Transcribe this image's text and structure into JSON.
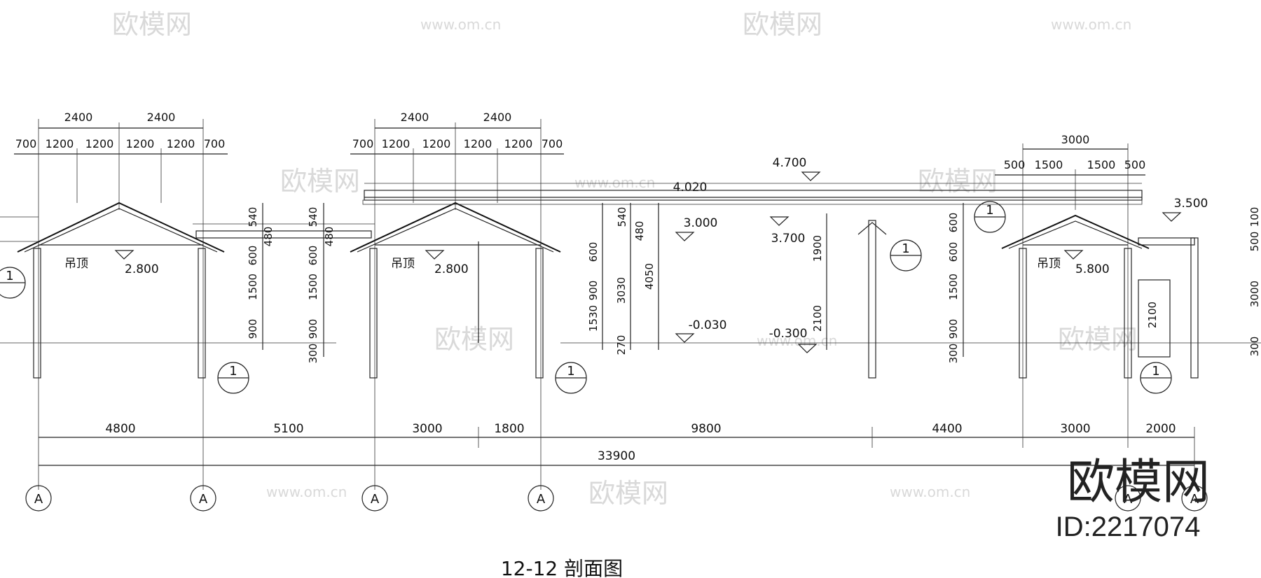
{
  "drawing": {
    "title": "12-12 剖面图",
    "top_dims": [
      "2400",
      "2400",
      "2400",
      "2400",
      "3000"
    ],
    "sub_dims_a": [
      "700",
      "1200",
      "1200",
      "1200",
      "1200",
      "700"
    ],
    "sub_dims_b": [
      "700",
      "1200",
      "1200",
      "1200",
      "1200",
      "700"
    ],
    "sub_dims_c": [
      "500",
      "1500",
      "1500",
      "500"
    ],
    "bottom_dims": [
      "4800",
      "5100",
      "3000",
      "1800",
      "9800",
      "4400",
      "3000",
      "2000"
    ],
    "total_dim": "33900",
    "elevations": [
      "4.700",
      "4.020",
      "3.000",
      "3.700",
      "-0.030",
      "-0.300",
      "3.500"
    ],
    "ceiling_labels": [
      "吊顶",
      "吊顶",
      "吊顶"
    ],
    "ceiling_heights": [
      "2.800",
      "2.800",
      "5.800"
    ],
    "vert_dims_a": [
      "540",
      "480",
      "600",
      "1500",
      "900"
    ],
    "vert_dims_b": [
      "540",
      "480",
      "600",
      "1500",
      "300",
      "900"
    ],
    "vert_dims_c": [
      "540",
      "480",
      "900",
      "600",
      "1530",
      "3030",
      "4050",
      "270"
    ],
    "vert_dims_d": [
      "1900",
      "2100"
    ],
    "vert_dims_e": [
      "600",
      "600",
      "1500",
      "300",
      "900"
    ],
    "vert_dims_f": [
      "2100"
    ],
    "vert_dims_g": [
      "500",
      "100",
      "3000",
      "300"
    ],
    "section_marks": [
      "1",
      "1",
      "1",
      "1",
      "1",
      "1"
    ],
    "axis_labels": [
      "A",
      "A",
      "A",
      "A",
      "A",
      "A"
    ],
    "watermark_text": "欧模网",
    "watermark_url": "www.om.cn",
    "brand": "欧模网",
    "brand_id": "ID:2217074"
  }
}
